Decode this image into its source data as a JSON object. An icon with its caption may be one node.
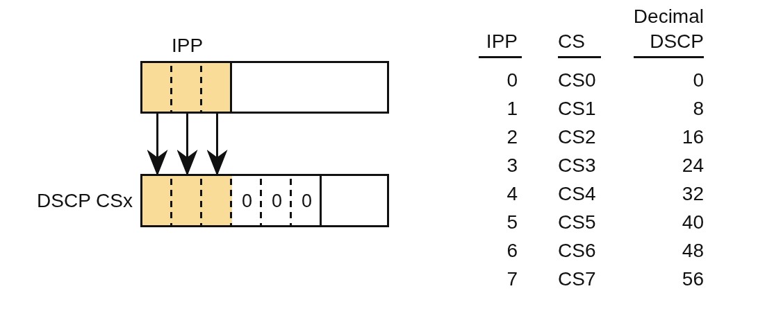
{
  "diagram": {
    "nodes": [
      {
        "text": [
          "IPP"
        ]
      },
      {
        "text": [],
        "shape": "box",
        "in": 0
      },
      {
        "text": [],
        "shape": "box",
        "in": 0
      },
      {
        "text": [],
        "shape": "box",
        "in": 0
      },
      {
        "text": [
          "DSCP CSx"
        ]
      },
      {
        "text": [],
        "shape": "box",
        "in": 4
      },
      {
        "text": [],
        "shape": "box",
        "in": 4
      },
      {
        "text": [],
        "shape": "box",
        "in": 4
      },
      {
        "text": [
          "0"
        ],
        "in": 4
      },
      {
        "text": [
          "0"
        ],
        "in": 4
      },
      {
        "text": [
          "0"
        ],
        "in": 4
      }
    ],
    "edges": [
      {
        "from": 1,
        "to": 5,
        "arrow": "to"
      },
      {
        "from": 2,
        "to": 6,
        "arrow": "to"
      },
      {
        "from": 3,
        "to": 7,
        "arrow": "to"
      }
    ],
    "labels": [
      "IPP",
      "CS",
      "Decimal DSCP",
      "0",
      "CS0",
      "0",
      "1",
      "CS1",
      "8",
      "2",
      "CS2",
      "16",
      "3",
      "CS3",
      "24",
      "4",
      "CS4",
      "32",
      "5",
      "CS5",
      "40",
      "6",
      "CS6",
      "48",
      "7",
      "CS7",
      "56"
    ]
  }
}
